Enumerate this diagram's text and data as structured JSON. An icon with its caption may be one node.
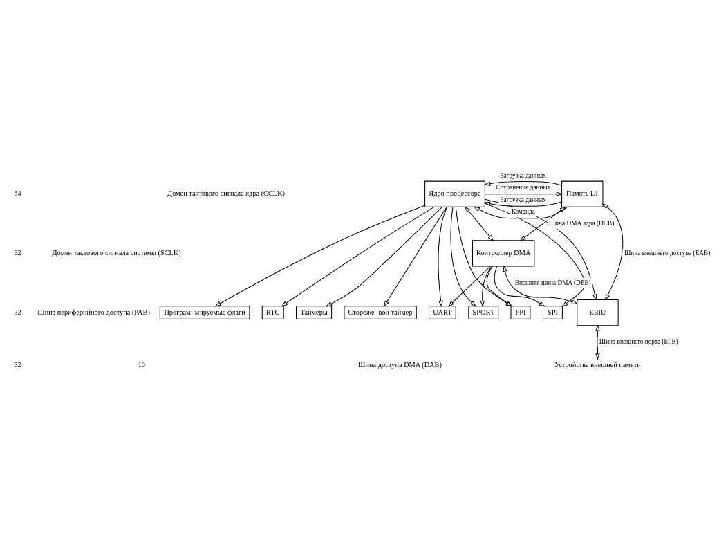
{
  "diagram": {
    "nodes": [
      {
        "text": [
          "Ядро процессора"
        ]
      },
      {
        "text": [
          "Память L1"
        ]
      },
      {
        "text": [
          "Контроллер DMA"
        ]
      },
      {
        "text": [
          "EBIU"
        ]
      },
      {
        "text": [
          "Програм- мируемые флаги"
        ]
      },
      {
        "text": [
          "RTC"
        ]
      },
      {
        "text": [
          "Таймеры"
        ]
      },
      {
        "text": [
          "Стороже- вой таймер"
        ]
      },
      {
        "text": [
          "UART"
        ]
      },
      {
        "text": [
          "SPORT"
        ]
      },
      {
        "text": [
          "PPI"
        ]
      },
      {
        "text": [
          "SPI"
        ]
      },
      {
        "text": [
          "Устройства внешней памяти"
        ]
      }
    ],
    "edges": [
      {
        "from": 1,
        "to": 0,
        "arrow": "to",
        "label": "Команда"
      },
      {
        "from": 1,
        "to": 0,
        "arrow": "to",
        "label": "Загрузка данных"
      },
      {
        "from": 1,
        "to": 0,
        "arrow": "to",
        "label": "Загрузка данных"
      },
      {
        "from": 0,
        "to": 1,
        "arrow": "to",
        "label": "Сохранение данных"
      },
      {
        "from": 0,
        "to": 2,
        "arrow": "both"
      },
      {
        "from": 0,
        "to": 3,
        "arrow": "to"
      },
      {
        "from": 0,
        "to": 4,
        "arrow": "to"
      },
      {
        "from": 0,
        "to": 5,
        "arrow": "to"
      },
      {
        "from": 0,
        "to": 6,
        "arrow": "to"
      },
      {
        "from": 0,
        "to": 7,
        "arrow": "to"
      },
      {
        "from": 0,
        "to": 8,
        "arrow": "to"
      },
      {
        "from": 0,
        "to": 9,
        "arrow": "to"
      },
      {
        "from": 0,
        "to": 10,
        "arrow": "to"
      },
      {
        "from": 0,
        "to": 11,
        "arrow": "to"
      },
      {
        "from": 1,
        "to": 2,
        "arrow": "both",
        "label": "Шина DMA ядра (DCB)"
      },
      {
        "from": 1,
        "to": 3,
        "arrow": "both",
        "label": "Шина внешнего доступа (EAB)"
      },
      {
        "from": 2,
        "to": 3,
        "arrow": "both",
        "label": "Внешняя шина DMA (DEB)"
      },
      {
        "from": 2,
        "to": 8,
        "arrow": "to"
      },
      {
        "from": 2,
        "to": 9,
        "arrow": "to"
      },
      {
        "from": 2,
        "to": 10,
        "arrow": "to"
      },
      {
        "from": 2,
        "to": 11,
        "arrow": "to"
      },
      {
        "from": 3,
        "to": 12,
        "arrow": "both",
        "label": "Шина внешнего порта (EPB)"
      }
    ],
    "labels": [
      "64",
      "32",
      "32",
      "32",
      "Домен тактового сигнала ядра (CCLK)",
      "Домен тактового сигнала системы (SCLK)",
      "Шина периферийного доступа (PAB)",
      "16",
      "Шина доступа DMA (DAB)"
    ]
  }
}
